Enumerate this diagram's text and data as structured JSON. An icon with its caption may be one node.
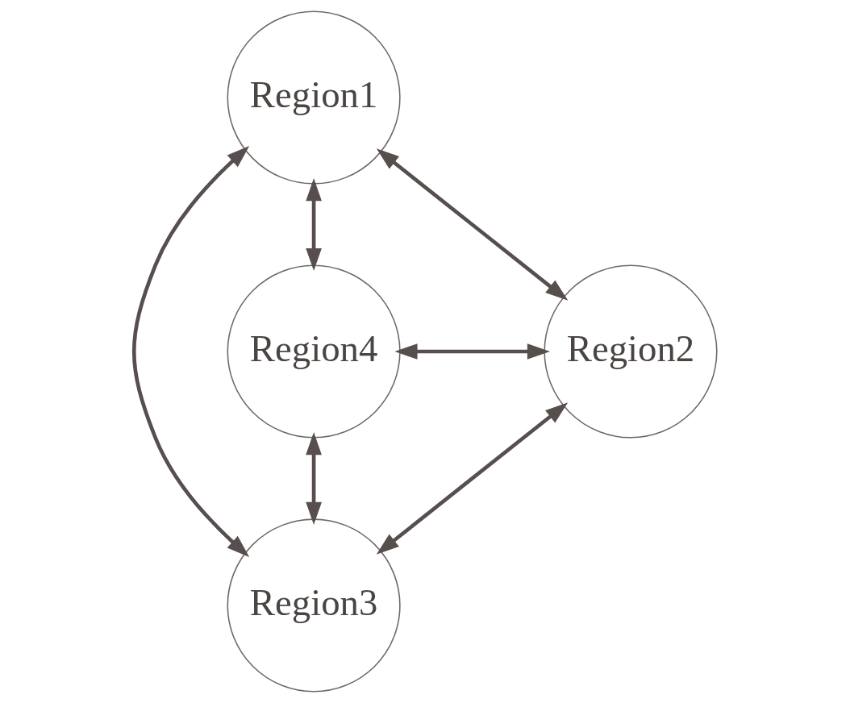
{
  "diagram": {
    "nodes": [
      {
        "text": [
          "Region1"
        ]
      },
      {
        "text": [
          "Region2"
        ]
      },
      {
        "text": [
          "Region3"
        ]
      },
      {
        "text": [
          "Region4"
        ]
      }
    ],
    "edges": [
      {
        "from": 0,
        "to": 1,
        "arrow": "both"
      },
      {
        "from": 3,
        "to": 0,
        "arrow": "both"
      },
      {
        "from": 0,
        "to": 2,
        "arrow": "both"
      },
      {
        "from": 3,
        "to": 1,
        "arrow": "both"
      },
      {
        "from": 3,
        "to": 2,
        "arrow": "both"
      },
      {
        "from": 2,
        "to": 1,
        "arrow": "both"
      }
    ]
  }
}
